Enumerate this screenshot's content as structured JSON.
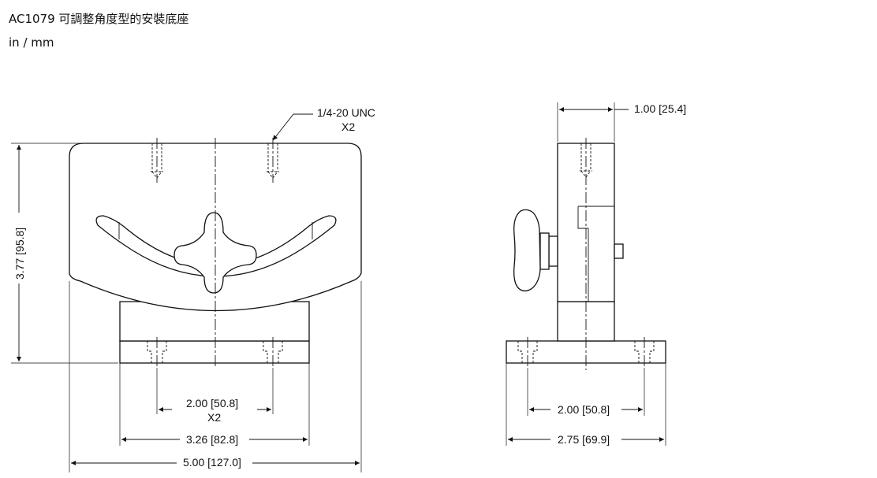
{
  "header": {
    "title": "AC1079 可調整角度型的安裝底座",
    "units": "in / mm"
  },
  "front_view": {
    "thread_callout_line1": "1/4-20 UNC",
    "thread_callout_line2": "X2",
    "dim_height": "3.77 [95.8]",
    "dim_hole_spacing_line1": "2.00 [50.8]",
    "dim_hole_spacing_line2": "X2",
    "dim_base_width": "3.26 [82.8]",
    "dim_overall_width": "5.00 [127.0]"
  },
  "side_view": {
    "dim_top_width": "1.00 [25.4]",
    "dim_hole_spacing": "2.00 [50.8]",
    "dim_base_length": "2.75 [69.9]"
  }
}
